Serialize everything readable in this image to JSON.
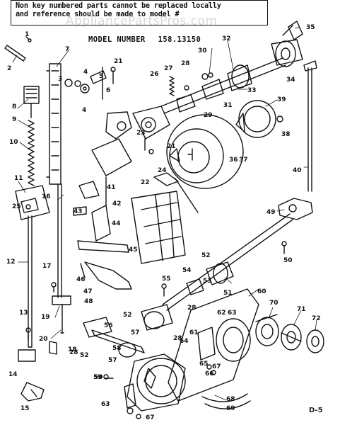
{
  "notice": {
    "line1": "Non key numbered parts cannot be replaced locally",
    "line2": "and reference should be made to model #"
  },
  "watermark": "AppliancePartsPros.com",
  "model": {
    "label": "MODEL NUMBER",
    "number": "158.13150"
  },
  "page_code": "D-5",
  "callouts": [
    {
      "id": "c1",
      "text": "1"
    },
    {
      "id": "c2",
      "text": "2"
    },
    {
      "id": "c3",
      "text": "3"
    },
    {
      "id": "c4a",
      "text": "4"
    },
    {
      "id": "c4b",
      "text": "4"
    },
    {
      "id": "c5",
      "text": "5"
    },
    {
      "id": "c6",
      "text": "6"
    },
    {
      "id": "c7",
      "text": "7"
    },
    {
      "id": "c8",
      "text": "8"
    },
    {
      "id": "c9",
      "text": "9"
    },
    {
      "id": "c10",
      "text": "10"
    },
    {
      "id": "c11",
      "text": "11"
    },
    {
      "id": "c12",
      "text": "12"
    },
    {
      "id": "c13",
      "text": "13"
    },
    {
      "id": "c14",
      "text": "14"
    },
    {
      "id": "c15",
      "text": "15"
    },
    {
      "id": "c16",
      "text": "16"
    },
    {
      "id": "c17",
      "text": "17"
    },
    {
      "id": "c18",
      "text": "18"
    },
    {
      "id": "c19",
      "text": "19"
    },
    {
      "id": "c20",
      "text": "20"
    },
    {
      "id": "c21a",
      "text": "21"
    },
    {
      "id": "c21b",
      "text": "21"
    },
    {
      "id": "c22",
      "text": "22"
    },
    {
      "id": "c23",
      "text": "23"
    },
    {
      "id": "c24",
      "text": "24"
    },
    {
      "id": "c25",
      "text": "25"
    },
    {
      "id": "c26",
      "text": "26"
    },
    {
      "id": "c27",
      "text": "27"
    },
    {
      "id": "c28a",
      "text": "28"
    },
    {
      "id": "c28b",
      "text": "28"
    },
    {
      "id": "c28c",
      "text": "28"
    },
    {
      "id": "c28d",
      "text": "28"
    },
    {
      "id": "c29",
      "text": "29"
    },
    {
      "id": "c30",
      "text": "30"
    },
    {
      "id": "c31",
      "text": "31"
    },
    {
      "id": "c32",
      "text": "32"
    },
    {
      "id": "c33",
      "text": "33"
    },
    {
      "id": "c34",
      "text": "34"
    },
    {
      "id": "c35",
      "text": "35"
    },
    {
      "id": "c36",
      "text": "36"
    },
    {
      "id": "c37",
      "text": "37"
    },
    {
      "id": "c38",
      "text": "38"
    },
    {
      "id": "c39",
      "text": "39"
    },
    {
      "id": "c40",
      "text": "40"
    },
    {
      "id": "c41",
      "text": "41"
    },
    {
      "id": "c42",
      "text": "42"
    },
    {
      "id": "c43",
      "text": "43"
    },
    {
      "id": "c44",
      "text": "44"
    },
    {
      "id": "c45",
      "text": "45"
    },
    {
      "id": "c46",
      "text": "46"
    },
    {
      "id": "c47",
      "text": "47"
    },
    {
      "id": "c48",
      "text": "48"
    },
    {
      "id": "c49",
      "text": "49"
    },
    {
      "id": "c50a",
      "text": "50"
    },
    {
      "id": "c50b",
      "text": "50"
    },
    {
      "id": "c51",
      "text": "51"
    },
    {
      "id": "c52a",
      "text": "52"
    },
    {
      "id": "c52b",
      "text": "52"
    },
    {
      "id": "c52c",
      "text": "52"
    },
    {
      "id": "c53",
      "text": "53"
    },
    {
      "id": "c54",
      "text": "54"
    },
    {
      "id": "c55",
      "text": "55"
    },
    {
      "id": "c56",
      "text": "56"
    },
    {
      "id": "c57a",
      "text": "57"
    },
    {
      "id": "c57b",
      "text": "57"
    },
    {
      "id": "c58",
      "text": "58"
    },
    {
      "id": "c59",
      "text": "59"
    },
    {
      "id": "c60",
      "text": "60"
    },
    {
      "id": "c61",
      "text": "61"
    },
    {
      "id": "c62",
      "text": "62"
    },
    {
      "id": "c63a",
      "text": "63"
    },
    {
      "id": "c63b",
      "text": "63"
    },
    {
      "id": "c64",
      "text": "64"
    },
    {
      "id": "c65",
      "text": "65"
    },
    {
      "id": "c66",
      "text": "66"
    },
    {
      "id": "c67a",
      "text": "67"
    },
    {
      "id": "c67b",
      "text": "67"
    },
    {
      "id": "c68",
      "text": "68"
    },
    {
      "id": "c69",
      "text": "69"
    },
    {
      "id": "c70",
      "text": "70"
    },
    {
      "id": "c71",
      "text": "71"
    },
    {
      "id": "c72",
      "text": "72"
    }
  ]
}
